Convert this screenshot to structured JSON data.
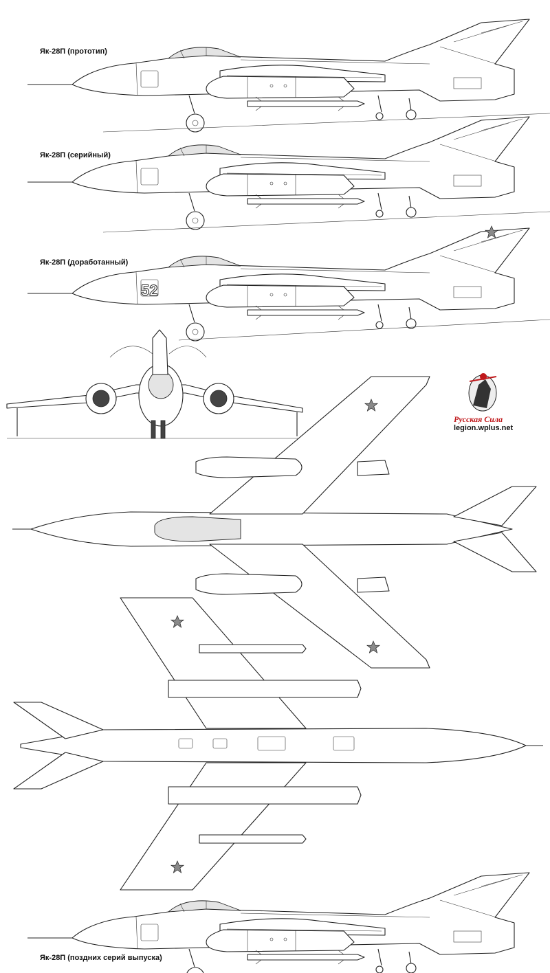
{
  "labels": {
    "prototype": "Як-28П (прототип)",
    "serial": "Як-28П (серийный)",
    "modified": "Як-28П (доработанный)",
    "late": "Як-28П (поздних серий выпуска)"
  },
  "tail_number": "52",
  "logo": {
    "line1": "Русская Сила",
    "line2": "legion.wplus.net",
    "icon": "st-george-emblem-icon"
  },
  "colors": {
    "line": "#222222",
    "star": "#7a7a7a",
    "logo_red": "#c0181b"
  }
}
